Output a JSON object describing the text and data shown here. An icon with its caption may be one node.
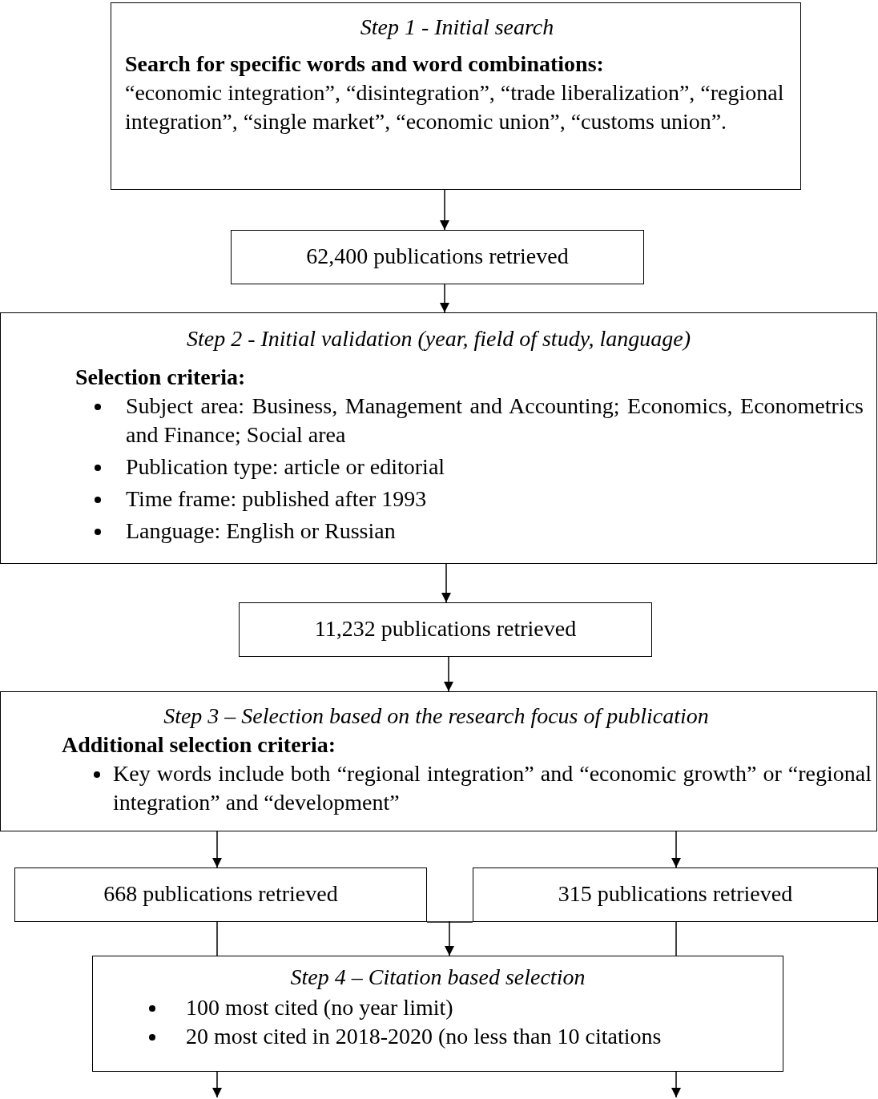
{
  "diagram": {
    "nodes": [
      {
        "text": [
          "Step 1 - Initial search",
          "Search for specific words and word combinations:",
          "“economic integration”, “disintegration”, “trade liberalization”, “regional integration”, “single market”, “economic union”, “customs union”."
        ]
      },
      {
        "text": [
          "62,400 publications retrieved"
        ]
      },
      {
        "text": [
          "Step 2 - Initial validation (year, field of study, language)",
          "Selection criteria:",
          "Subject area: Business, Management and Accounting; Economics, Econometrics and Finance; Social area",
          "Publication type: article or editorial",
          "Time frame: published after 1993",
          "Language: English or Russian"
        ]
      },
      {
        "text": [
          "11,232 publications retrieved"
        ]
      },
      {
        "text": [
          "Step 3 – Selection based on the research focus of publication",
          "Additional selection criteria:",
          "Key words include both “regional integration” and “economic growth” or “regional integration” and “development”"
        ]
      },
      {
        "text": [
          "668 publications retrieved"
        ]
      },
      {
        "text": [
          "315 publications retrieved"
        ]
      },
      {
        "text": [
          "Step 4 – Citation based selection",
          "100 most cited (no year limit)",
          "20 most cited in 2018-2020 (no less than 10 citations"
        ]
      }
    ],
    "edges": [
      {
        "from": 0,
        "to": 1,
        "arrow": "to"
      },
      {
        "from": 1,
        "to": 2,
        "arrow": "to"
      },
      {
        "from": 2,
        "to": 3,
        "arrow": "to"
      },
      {
        "from": 3,
        "to": 4,
        "arrow": "to"
      },
      {
        "from": 4,
        "to": 5,
        "arrow": "to"
      },
      {
        "from": 4,
        "to": 6,
        "arrow": "to"
      },
      {
        "from": 5,
        "to": 7,
        "arrow": "none"
      },
      {
        "from": 6,
        "to": 7,
        "arrow": "none"
      },
      {
        "from": null,
        "to": 7,
        "arrow": "to"
      },
      {
        "from": 7,
        "to": null,
        "arrow": "to"
      },
      {
        "from": 7,
        "to": null,
        "arrow": "to"
      },
      {
        "from": 5,
        "to": 6,
        "arrow": "none"
      }
    ]
  }
}
